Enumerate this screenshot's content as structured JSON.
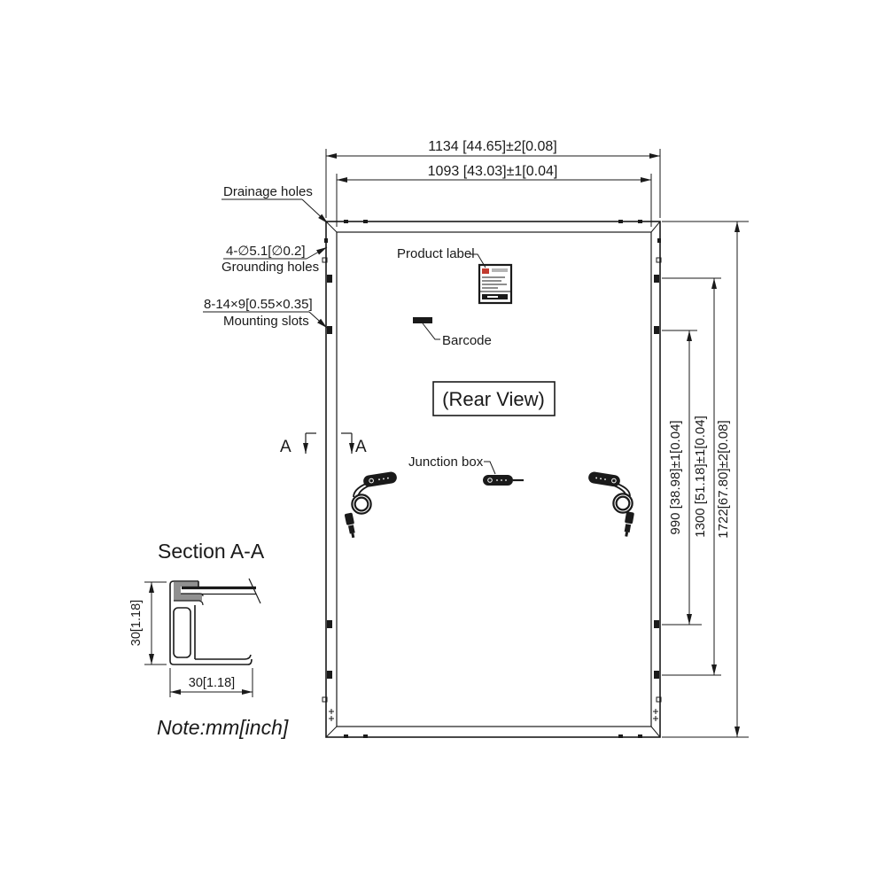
{
  "colors": {
    "ink": "#1a1a1a",
    "label_red": "#c23b2f",
    "clamp_gray": "#909090"
  },
  "main_view": {
    "caption": "(Rear View)",
    "dimensions": {
      "outer_width": "1134 [44.65]±2[0.08]",
      "inner_width": "1093 [43.03]±1[0.04]",
      "slot_span_990": "990 [38.98]±1[0.04]",
      "slot_span_1300": "1300 [51.18]±1[0.04]",
      "outer_height": "1722[67.80]±2[0.08]"
    },
    "callouts": {
      "drainage_holes": "Drainage holes",
      "grounding_spec": "4-∅5.1[∅0.2]",
      "grounding_holes": "Grounding holes",
      "mounting_spec": "8-14×9[0.55×0.35]",
      "mounting_slots": "Mounting slots",
      "product_label": "Product label",
      "barcode": "Barcode",
      "junction_box": "Junction box"
    },
    "section_marker": "A"
  },
  "section_view": {
    "title": "Section A-A",
    "height_dim": "30[1.18]",
    "width_dim": "30[1.18]",
    "note": "Note:mm[inch]"
  }
}
